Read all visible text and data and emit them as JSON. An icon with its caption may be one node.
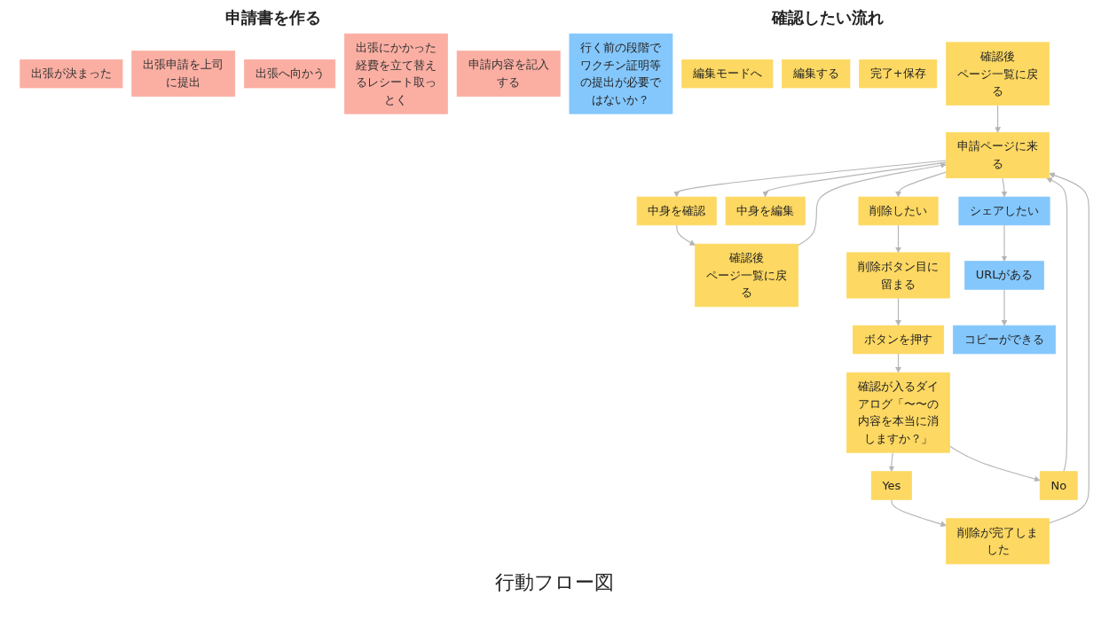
{
  "diagram": {
    "caption": "行動フロー図",
    "nodes": [
      {
        "text": [
          "出張が決まった"
        ]
      },
      {
        "text": [
          "出張申請を上司に提出"
        ]
      },
      {
        "text": [
          "出張へ向かう"
        ]
      },
      {
        "text": [
          "出張にかかった経費を立て替えるレシート取っとく"
        ]
      },
      {
        "text": [
          "申請内容を記入する"
        ]
      },
      {
        "text": [
          "行く前の段階でワクチン証明等の提出が必要ではないか？"
        ]
      },
      {
        "text": [
          "申請ページに来る"
        ]
      },
      {
        "text": [
          "中身を確認"
        ]
      },
      {
        "text": [
          "確認後",
          "ページ一覧に戻る"
        ]
      },
      {
        "text": [
          "中身を編集"
        ]
      },
      {
        "text": [
          "編集モードへ"
        ]
      },
      {
        "text": [
          "編集する"
        ]
      },
      {
        "text": [
          "完了+保存"
        ]
      },
      {
        "text": [
          "確認後",
          "ページ一覧に戻る"
        ]
      },
      {
        "text": [
          "削除したい"
        ]
      },
      {
        "text": [
          "削除ボタン目に留まる"
        ]
      },
      {
        "text": [
          "ボタンを押す"
        ]
      },
      {
        "text": [
          "確認が入るダイアログ「〜〜の内容を本当に消しますか？」"
        ]
      },
      {
        "text": [
          "Yes"
        ]
      },
      {
        "text": [
          "No"
        ]
      },
      {
        "text": [
          "削除が完了しました"
        ]
      },
      {
        "text": [
          "シェアしたい"
        ]
      },
      {
        "text": [
          "URLがある"
        ]
      },
      {
        "text": [
          "コピーができる"
        ]
      }
    ],
    "edges": [
      {
        "from": 6,
        "to": 7,
        "arrow": "to"
      },
      {
        "from": 7,
        "to": 8,
        "arrow": "to"
      },
      {
        "from": 8,
        "to": 6,
        "arrow": "to"
      },
      {
        "from": 6,
        "to": 9,
        "arrow": "to"
      },
      {
        "from": 13,
        "to": 6,
        "arrow": "to"
      },
      {
        "from": 6,
        "to": 14,
        "arrow": "to"
      },
      {
        "from": 14,
        "to": 15,
        "arrow": "to"
      },
      {
        "from": 15,
        "to": 16,
        "arrow": "to"
      },
      {
        "from": 16,
        "to": 17,
        "arrow": "to"
      },
      {
        "from": 17,
        "to": 18,
        "arrow": "to"
      },
      {
        "from": 17,
        "to": 19,
        "arrow": "to"
      },
      {
        "from": 18,
        "to": 20,
        "arrow": "to"
      },
      {
        "from": 19,
        "to": 6,
        "arrow": "to"
      },
      {
        "from": 20,
        "to": 6,
        "arrow": "to"
      },
      {
        "from": 6,
        "to": 21,
        "arrow": "to"
      },
      {
        "from": 21,
        "to": 22,
        "arrow": "to"
      },
      {
        "from": 22,
        "to": 23,
        "arrow": "to"
      }
    ],
    "labels": [
      "申請書を作る",
      "確認したい流れ"
    ]
  }
}
